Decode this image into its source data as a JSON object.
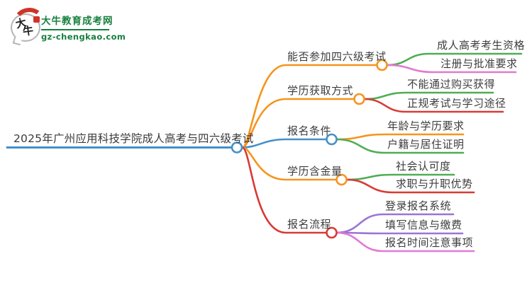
{
  "logo": {
    "icon_char_top": "大",
    "icon_char_bottom": "牛",
    "title": "大牛教育成考网",
    "domain": "gz-chengkao.com"
  },
  "colors": {
    "orange": "#F6941E",
    "green": "#4DAE54",
    "pink": "#E07AD2",
    "red": "#D93A35",
    "blue": "#4590CA",
    "purple": "#9B74D4",
    "text": "#3D3D3D",
    "brand_green": "#157F3D",
    "brand_red": "#CF3426"
  },
  "mindmap": {
    "root": {
      "label": "2025年广州应用科技学院成人高考与四六级考试",
      "color": "blue"
    },
    "branches": [
      {
        "label": "能否参加四六级考试",
        "color": "orange",
        "children": [
          {
            "label": "成人高考考生资格",
            "color": "green"
          },
          {
            "label": "注册与批准要求",
            "color": "pink"
          }
        ]
      },
      {
        "label": "学历获取方式",
        "color": "orange",
        "children": [
          {
            "label": "不能通过购买获得",
            "color": "green"
          },
          {
            "label": "正规考试与学习途径",
            "color": "red"
          }
        ]
      },
      {
        "label": "报名条件",
        "color": "blue",
        "children": [
          {
            "label": "年龄与学历要求",
            "color": "orange"
          },
          {
            "label": "户籍与居住证明",
            "color": "green"
          }
        ]
      },
      {
        "label": "学历含金量",
        "color": "orange",
        "children": [
          {
            "label": "社会认可度",
            "color": "green"
          },
          {
            "label": "求职与升职优势",
            "color": "red"
          }
        ]
      },
      {
        "label": "报名流程",
        "color": "red",
        "children": [
          {
            "label": "登录报名系统",
            "color": "purple"
          },
          {
            "label": "填写信息与缴费",
            "color": "purple"
          },
          {
            "label": "报名时间注意事项",
            "color": "pink"
          }
        ]
      }
    ]
  }
}
